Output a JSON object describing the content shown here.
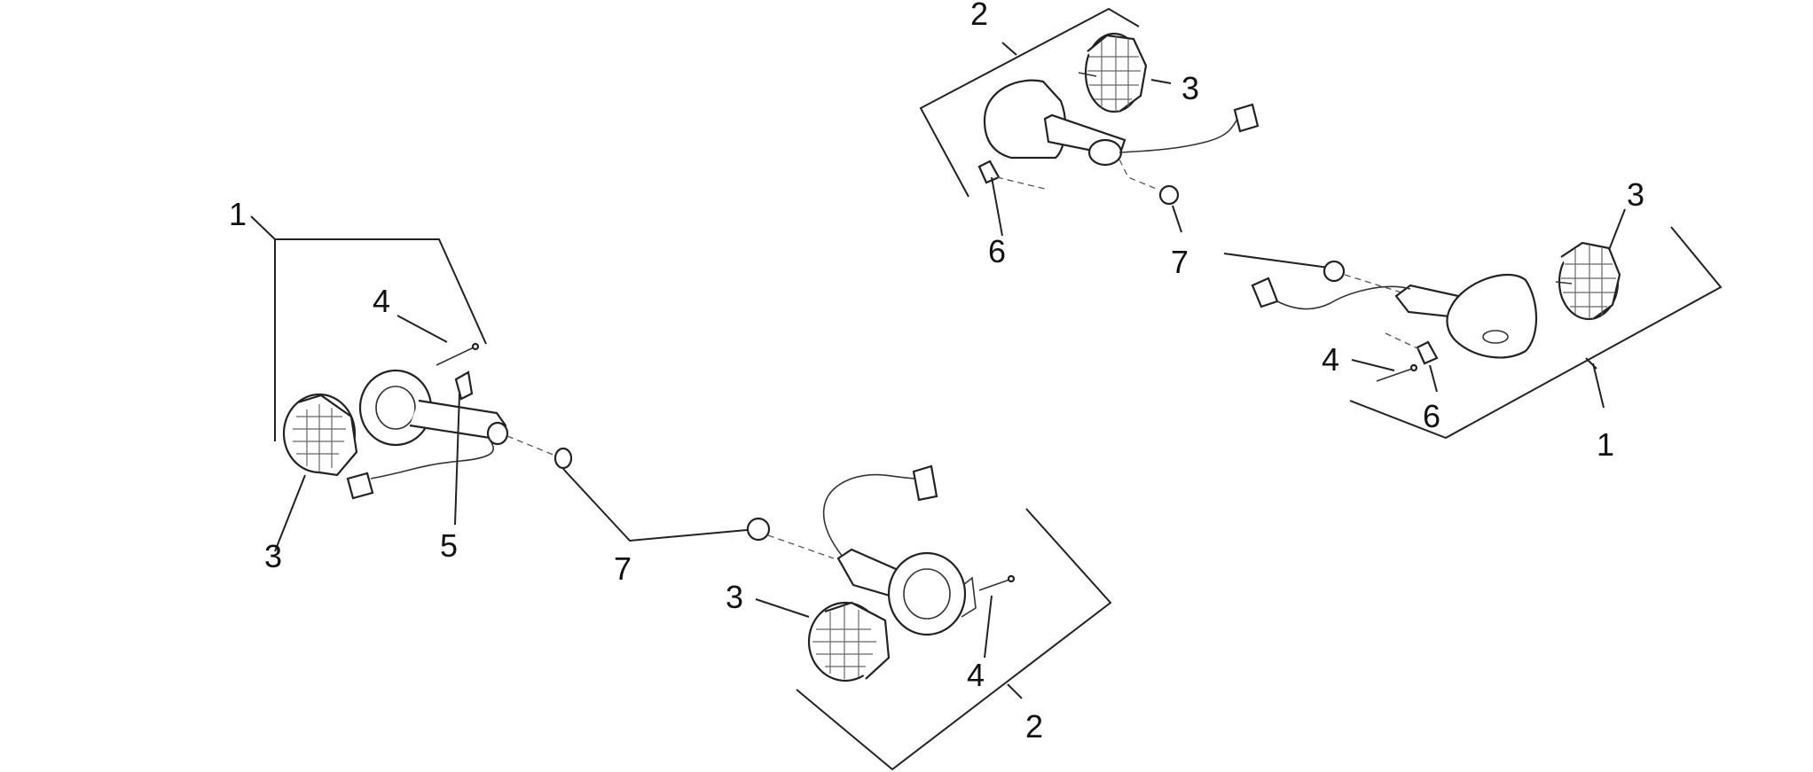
{
  "callouts": {
    "lt_1": "1",
    "lt_4": "4",
    "lt_3": "3",
    "lt_5": "5",
    "lt_7": "7",
    "rt_2": "2",
    "rt_3": "3",
    "rt_6": "6",
    "rt_7": "7",
    "rr_3": "3",
    "rr_4": "4",
    "rr_6": "6",
    "rr_1": "1",
    "lb_3": "3",
    "lb_4": "4",
    "lb_2": "2"
  },
  "colors": {
    "line": "#222222",
    "background": "#ffffff"
  }
}
